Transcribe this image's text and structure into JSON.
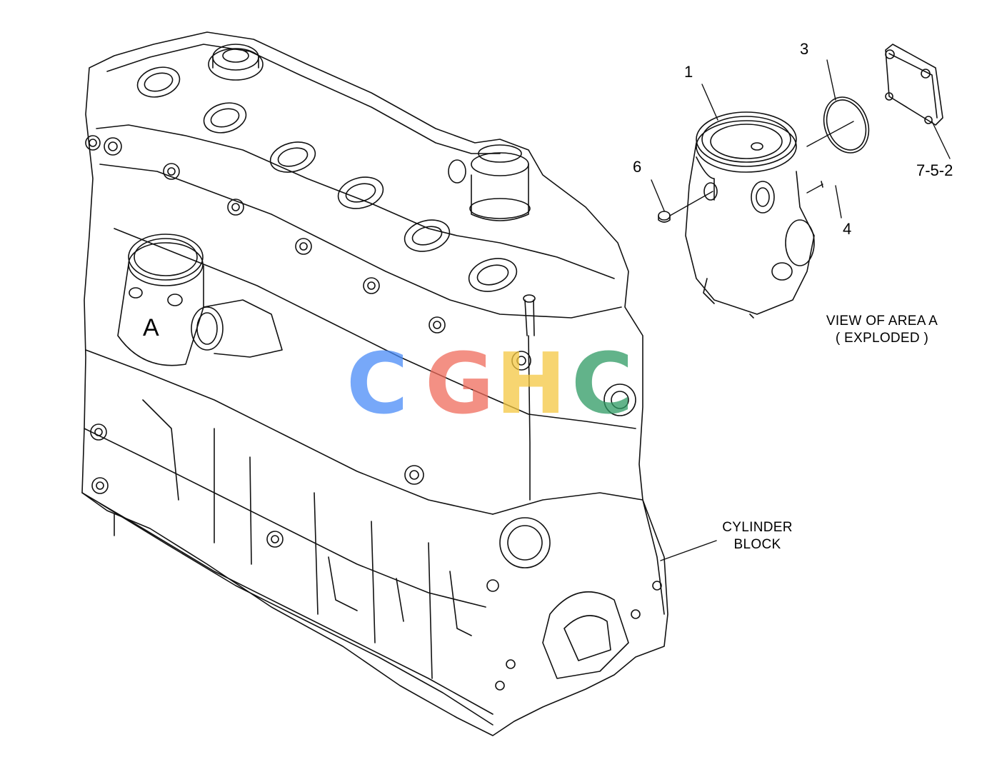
{
  "callouts": {
    "part_1": "1",
    "part_3": "3",
    "part_4": "4",
    "part_6": "6",
    "ref_752": "7-5-2"
  },
  "area_marker": "A",
  "view_note": {
    "line1": "VIEW OF AREA  A",
    "line2": "( EXPLODED )"
  },
  "block_label": {
    "line1": "CYLINDER",
    "line2": "BLOCK"
  },
  "watermark": {
    "letters": [
      "C",
      "G",
      "H",
      "C"
    ],
    "colors": [
      "#4a8cf7",
      "#ef6b5b",
      "#f5c842",
      "#2e9a63"
    ]
  }
}
